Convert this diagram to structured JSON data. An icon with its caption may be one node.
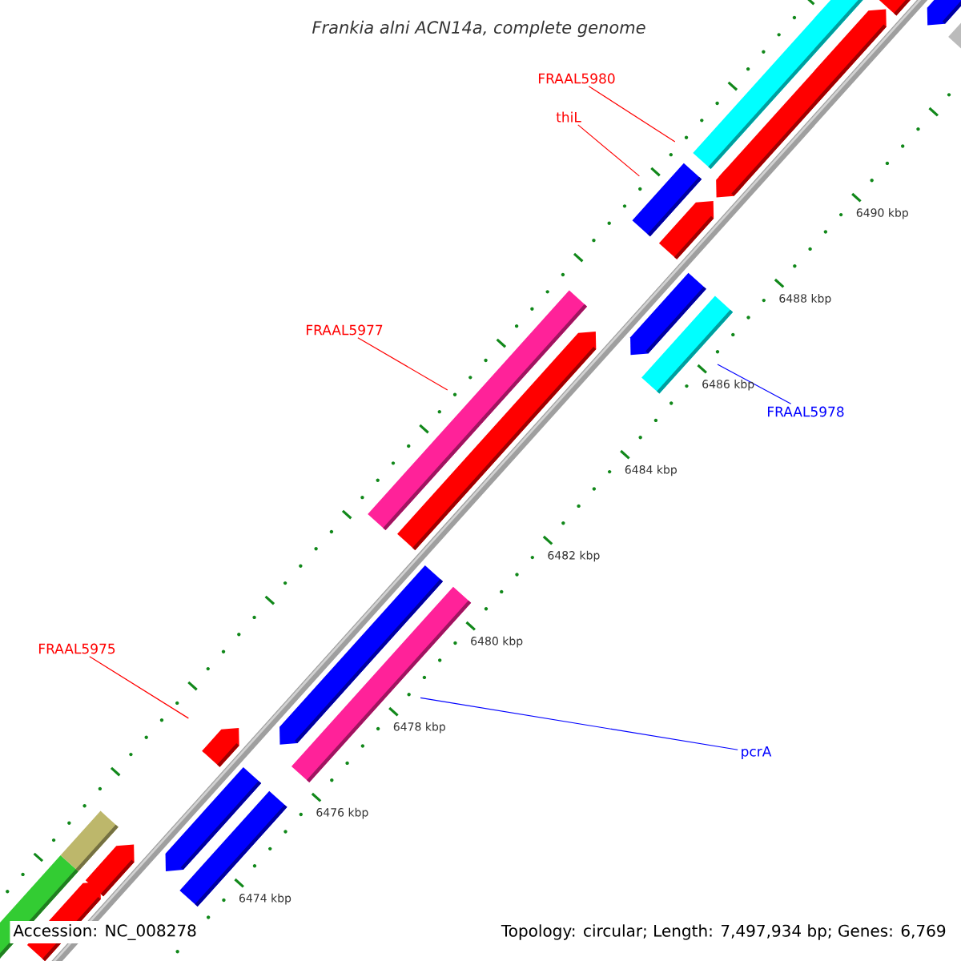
{
  "diagram": {
    "title": "Frankia alni ACN14a, complete genome",
    "nodes": [
      {
        "text": [
          "FRAAL5980"
        ]
      },
      {
        "text": [
          "thiL"
        ]
      },
      {
        "text": [
          "FRAAL5977"
        ]
      },
      {
        "text": [
          "FRAAL5978"
        ]
      },
      {
        "text": [
          "FRAAL5975"
        ]
      },
      {
        "text": [
          "pcrA"
        ]
      },
      {
        "text": [],
        "shape": "bar"
      },
      {
        "text": [],
        "shape": "arrow"
      },
      {
        "text": [],
        "shape": "arrow"
      },
      {
        "text": [],
        "shape": "bar"
      },
      {
        "text": [],
        "shape": "bar"
      },
      {
        "text": [],
        "shape": "arrow"
      },
      {
        "text": [],
        "shape": "arrow"
      },
      {
        "text": [],
        "shape": "bar"
      },
      {
        "text": [],
        "shape": "arrow"
      },
      {
        "text": [],
        "shape": "bar"
      },
      {
        "text": [],
        "shape": "arrow"
      },
      {
        "text": [],
        "shape": "bar"
      },
      {
        "text": [],
        "shape": "arrow"
      },
      {
        "text": [],
        "shape": "bar"
      },
      {
        "text": [],
        "shape": "arrow"
      },
      {
        "text": [],
        "shape": "arrow"
      },
      {
        "text": [],
        "shape": "arrow"
      },
      {
        "text": [],
        "shape": "bar"
      },
      {
        "text": [],
        "shape": "arrow"
      },
      {
        "text": [],
        "shape": "arrow"
      },
      {
        "text": [],
        "shape": "bar"
      }
    ],
    "edges": [
      {
        "from": 0,
        "to": 23,
        "arrow": "none"
      },
      {
        "from": 1,
        "to": 19,
        "arrow": "none"
      },
      {
        "from": 2,
        "to": 15,
        "arrow": "none"
      },
      {
        "from": 3,
        "to": 17,
        "arrow": "none",
        "color": "#0000ff"
      },
      {
        "from": 4,
        "to": 12,
        "arrow": "none"
      },
      {
        "from": 5,
        "to": 13,
        "arrow": "none",
        "color": "#0000ff"
      }
    ],
    "labels": [
      "6490 kbp",
      "6488 kbp",
      "6486 kbp",
      "6484 kbp",
      "6482 kbp",
      "6480 kbp",
      "6478 kbp",
      "6476 kbp",
      "6474 kbp",
      "Accession: NC_008278",
      "Topology: circular; Length: 7,497,934 bp; Genes: 6,769"
    ]
  }
}
